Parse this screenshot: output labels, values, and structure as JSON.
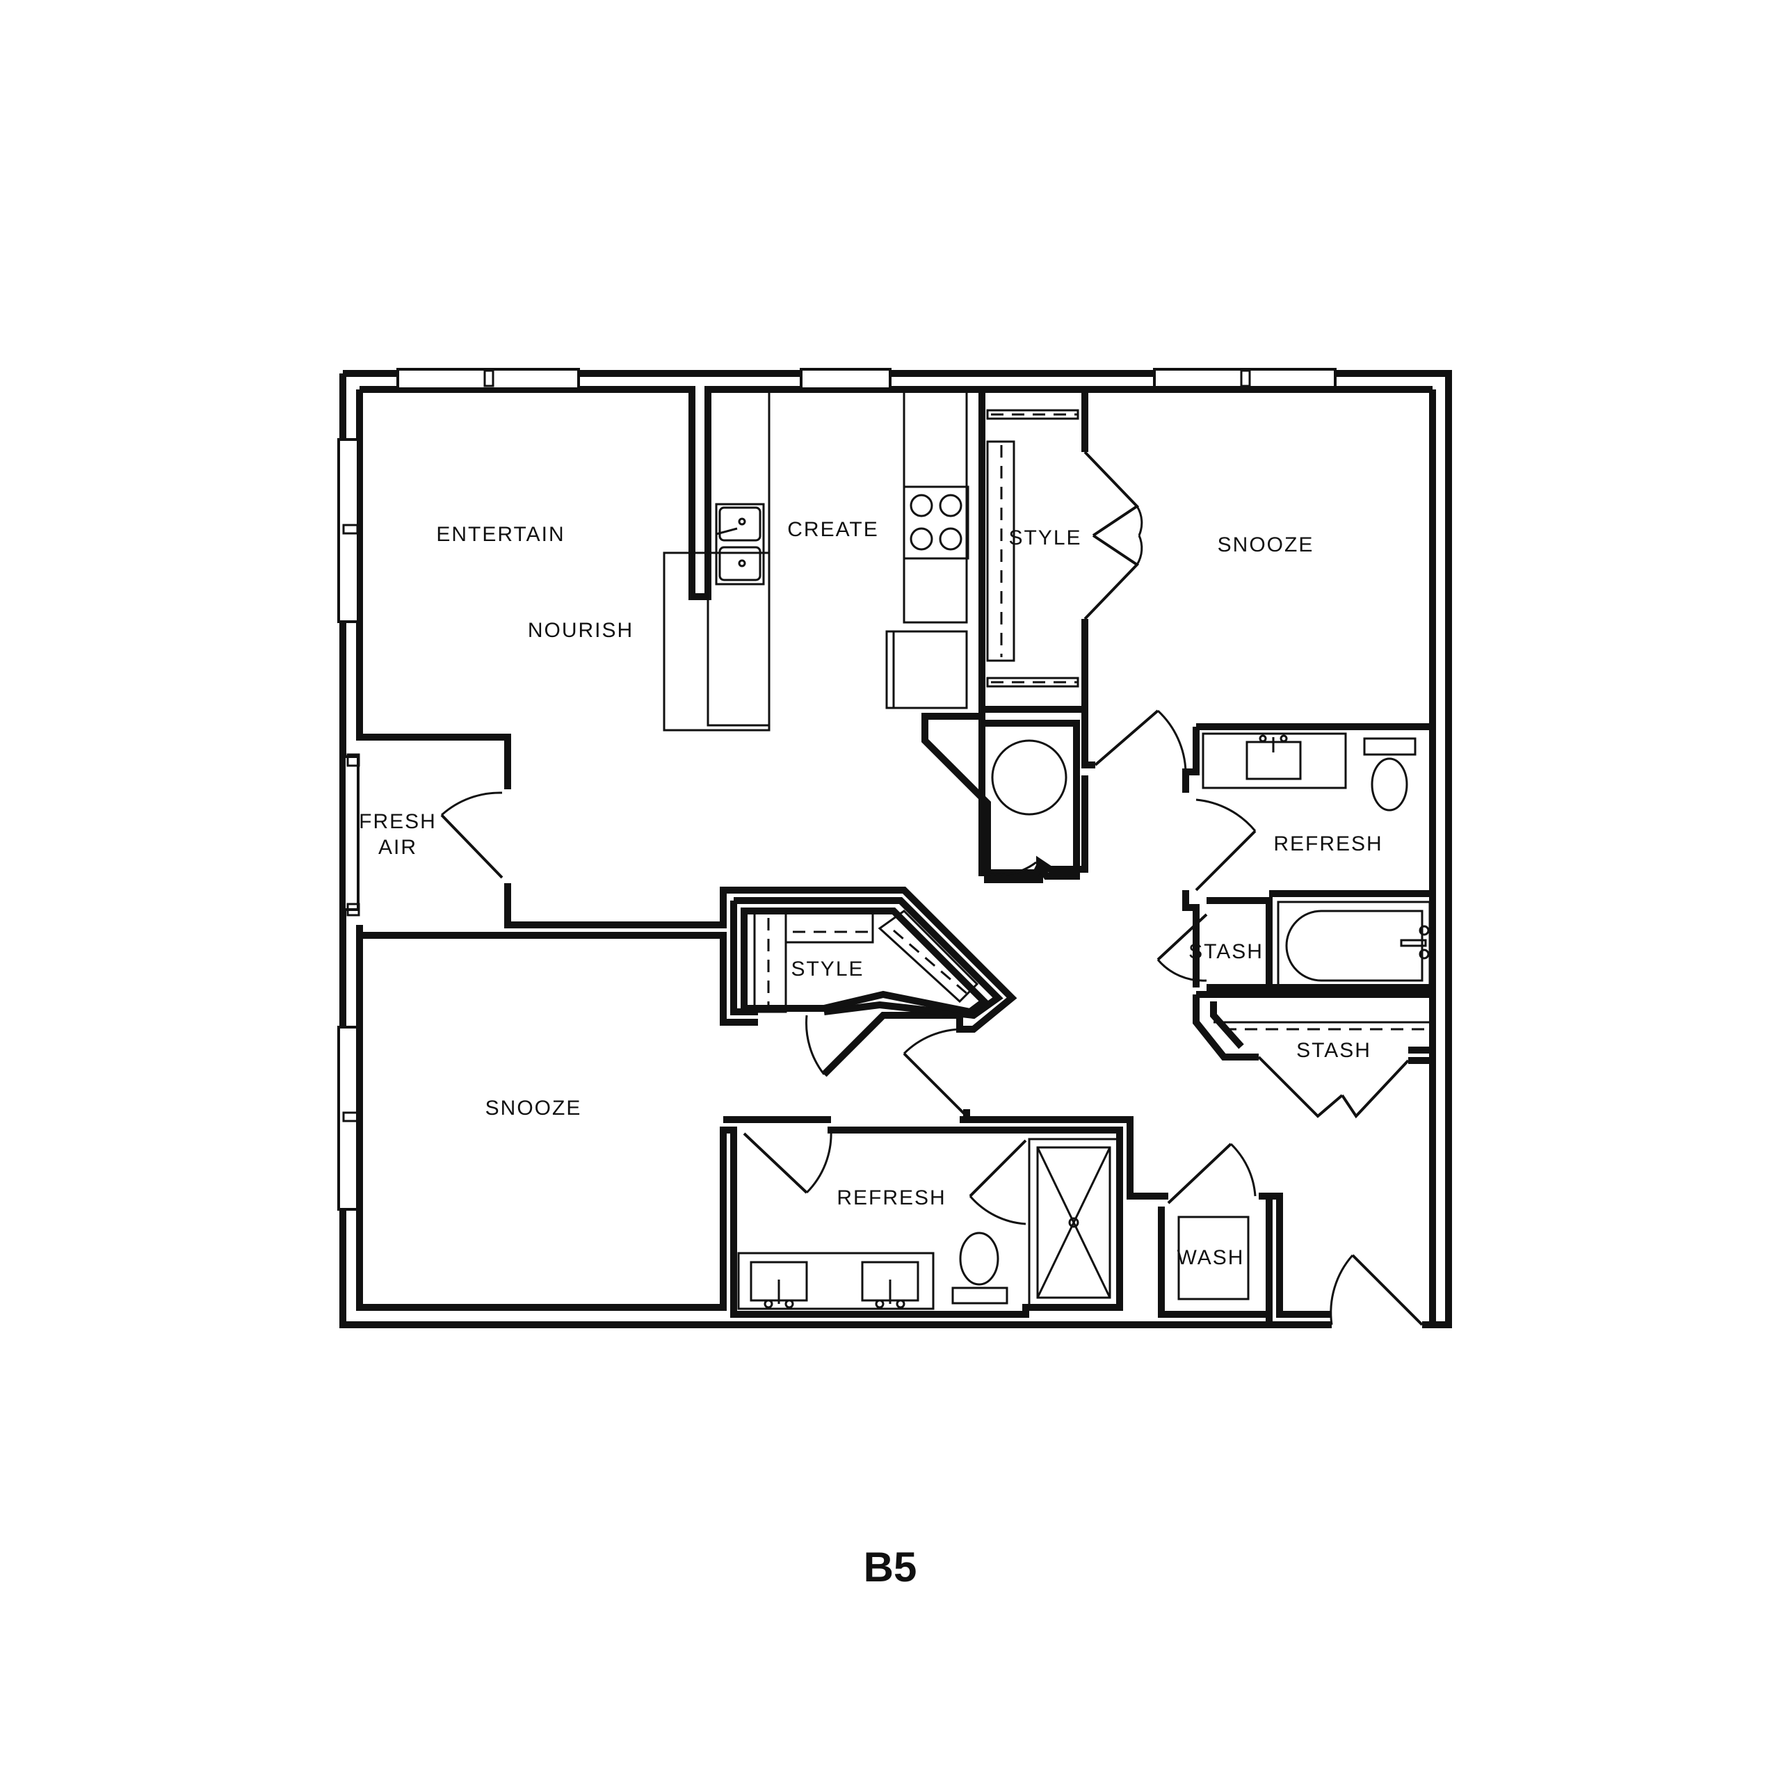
{
  "plan": {
    "name": "B5"
  },
  "rooms": {
    "entertain": "ENTERTAIN",
    "nourish": "NOURISH",
    "create": "CREATE",
    "style_primary": "STYLE",
    "snooze_primary": "SNOOZE",
    "fresh_air_line1": "FRESH",
    "fresh_air_line2": "AIR",
    "refresh_primary": "REFRESH",
    "stash_small": "STASH",
    "stash_hall": "STASH",
    "style_secondary": "STYLE",
    "snooze_secondary": "SNOOZE",
    "refresh_secondary": "REFRESH",
    "wash": "WASH"
  }
}
